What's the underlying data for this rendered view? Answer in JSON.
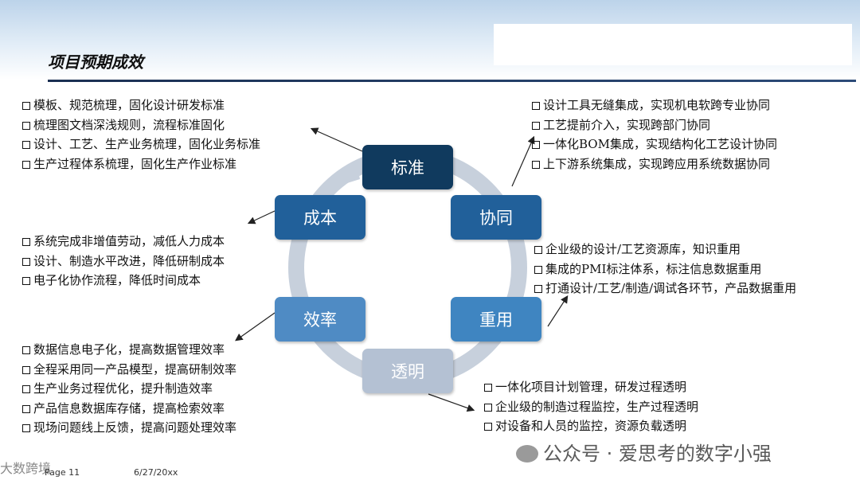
{
  "page": {
    "title": "项目预期成效"
  },
  "diagram": {
    "nodes": {
      "standard": "标准",
      "collab": "协同",
      "reuse": "重用",
      "transparency": "透明",
      "efficiency": "效率",
      "cost": "成本"
    },
    "lists": {
      "standard": [
        "模板、规范梳理，固化设计研发标准",
        "梳理图文档深浅规则，流程标准固化",
        "设计、工艺、生产业务梳理，固化业务标准",
        "生产过程体系梳理，固化生产作业标准"
      ],
      "collab": [
        "设计工具无缝集成，实现机电软跨专业协同",
        "工艺提前介入，实现跨部门协同",
        "一体化BOM集成，实现结构化工艺设计协同",
        "上下游系统集成，实现跨应用系统数据协同"
      ],
      "cost": [
        "系统完成非增值劳动，减低人力成本",
        "设计、制造水平改进，降低研制成本",
        "电子化协作流程，降低时间成本"
      ],
      "reuse": [
        "企业级的设计/工艺资源库，知识重用",
        "集成的PMI标注体系，标注信息数据重用",
        "打通设计/工艺/制造/调试各环节，产品数据重用"
      ],
      "efficiency": [
        "数据信息电子化，提高数据管理效率",
        "全程采用同一产品模型，提高研制效率",
        "生产业务过程优化，提升制造效率",
        "产品信息数据库存储，提高检索效率",
        "现场问题线上反馈，提高问题处理效率"
      ],
      "transparency": [
        "一体化项目计划管理，研发过程透明",
        "企业级的制造过程监控，生产过程透明",
        "对设备和人员的监控，资源负载透明"
      ]
    }
  },
  "footer": {
    "page_label": "Page 11",
    "date": "6/27/20xx",
    "logo_text": "大数跨境",
    "watermark": "公众号 · 爱思考的数字小强"
  },
  "colors": {
    "node_dark": "#103a5e",
    "node_mid": "#21609a",
    "node_light": "#3f85c1",
    "node_pale": "#b4c1d3",
    "ring": "#c7d0dc"
  }
}
